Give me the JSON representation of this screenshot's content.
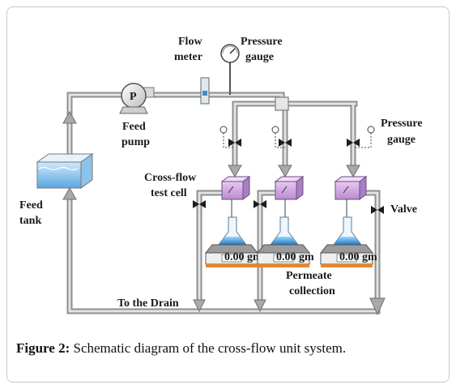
{
  "labels": {
    "flow_meter_1": "Flow",
    "flow_meter_2": "meter",
    "pressure_gauge_top_1": "Pressure",
    "pressure_gauge_top_2": "gauge",
    "feed_pump_1": "Feed",
    "feed_pump_2": "pump",
    "pump_symbol": "P",
    "pressure_gauge_right_1": "Pressure",
    "pressure_gauge_right_2": "gauge",
    "cross_flow_1": "Cross-flow",
    "cross_flow_2": "test cell",
    "feed_tank_1": "Feed",
    "feed_tank_2": "tank",
    "valve": "Valve",
    "permeate_1": "Permeate",
    "permeate_2": "collection",
    "drain": "To the Drain",
    "scale_readout": "0.00 gm"
  },
  "caption": {
    "prefix": "Figure 2:",
    "text": " Schematic diagram of the cross-flow unit system."
  }
}
